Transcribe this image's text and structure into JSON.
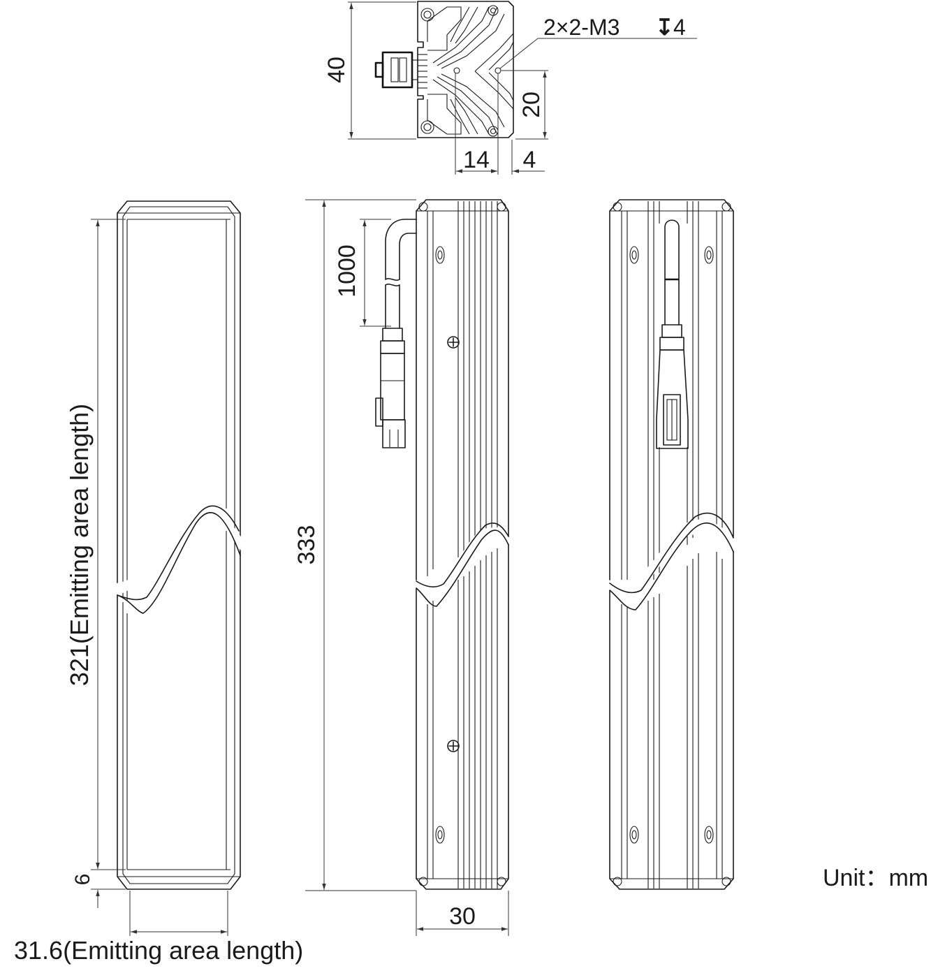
{
  "unit_note": "Unit：mm",
  "top_view": {
    "height": "40",
    "hole_spacing": "20",
    "offset_a": "14",
    "offset_b": "4",
    "thread_note": "2×2-M3",
    "depth_symbol": "↧",
    "depth_value": "4"
  },
  "front_view": {
    "emitting_length_label": "321(Emitting area length)",
    "end_cap": "6",
    "emitting_width_label": "31.6(Emitting area length)"
  },
  "side_view": {
    "total_length": "333",
    "cable_length": "1000",
    "width": "30"
  }
}
